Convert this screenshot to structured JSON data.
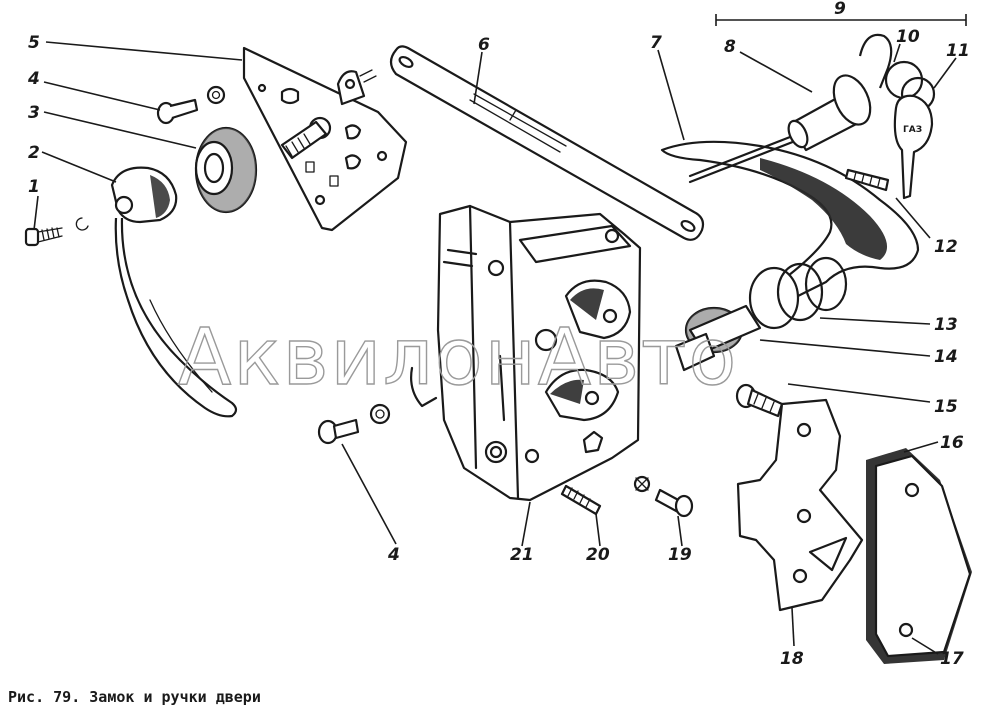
{
  "figure": {
    "caption": "Рис. 79. Замок и ручки двери",
    "watermark": "АквилонАвто"
  },
  "callouts": [
    {
      "id": "c1",
      "text": "1"
    },
    {
      "id": "c2",
      "text": "2"
    },
    {
      "id": "c3",
      "text": "3"
    },
    {
      "id": "c4a",
      "text": "4"
    },
    {
      "id": "c5",
      "text": "5"
    },
    {
      "id": "c6",
      "text": "6"
    },
    {
      "id": "c7",
      "text": "7"
    },
    {
      "id": "c8",
      "text": "8"
    },
    {
      "id": "c9",
      "text": "9"
    },
    {
      "id": "c10",
      "text": "10"
    },
    {
      "id": "c11",
      "text": "11"
    },
    {
      "id": "c12",
      "text": "12"
    },
    {
      "id": "c13",
      "text": "13"
    },
    {
      "id": "c14",
      "text": "14"
    },
    {
      "id": "c15",
      "text": "15"
    },
    {
      "id": "c16",
      "text": "16"
    },
    {
      "id": "c17",
      "text": "17"
    },
    {
      "id": "c18",
      "text": "18"
    },
    {
      "id": "c19",
      "text": "19"
    },
    {
      "id": "c20",
      "text": "20"
    },
    {
      "id": "c21",
      "text": "21"
    },
    {
      "id": "c4b",
      "text": "4"
    }
  ],
  "key_tag_text": "ГАЗ"
}
